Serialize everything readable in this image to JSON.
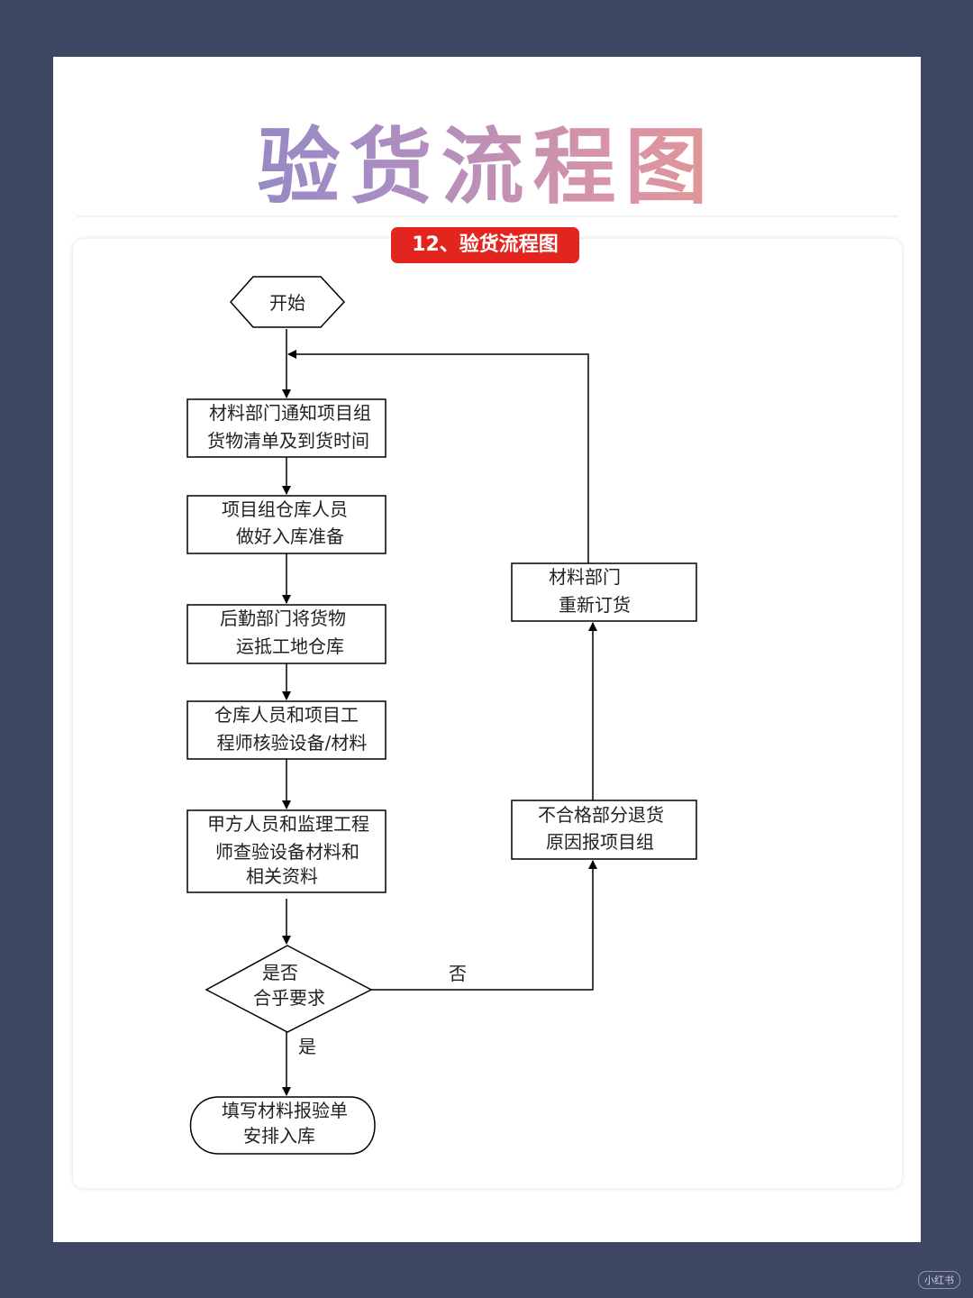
{
  "page_title": "验货流程图",
  "badge": "12、验货流程图",
  "nodes": {
    "start": [
      "开始"
    ],
    "notify": [
      "材料部门通知项目组",
      "货物清单及到货时间"
    ],
    "prepare": [
      "项目组仓库人员",
      "做好入库准备"
    ],
    "deliver": [
      "后勤部门将货物",
      "运抵工地仓库"
    ],
    "verify": [
      "仓库人员和项目工",
      "程师核验设备/材料"
    ],
    "inspect": [
      "甲方人员和监理工程",
      "师查验设备材料和",
      "相关资料"
    ],
    "decision": [
      "是否",
      "合乎要求"
    ],
    "end": [
      "填写材料报验单",
      "安排入库"
    ],
    "return": [
      "不合格部分退货",
      "原因报项目组"
    ],
    "reorder": [
      "材料部门",
      "重新订货"
    ]
  },
  "edge_labels": {
    "yes": "是",
    "no": "否"
  },
  "watermark": "小红书"
}
